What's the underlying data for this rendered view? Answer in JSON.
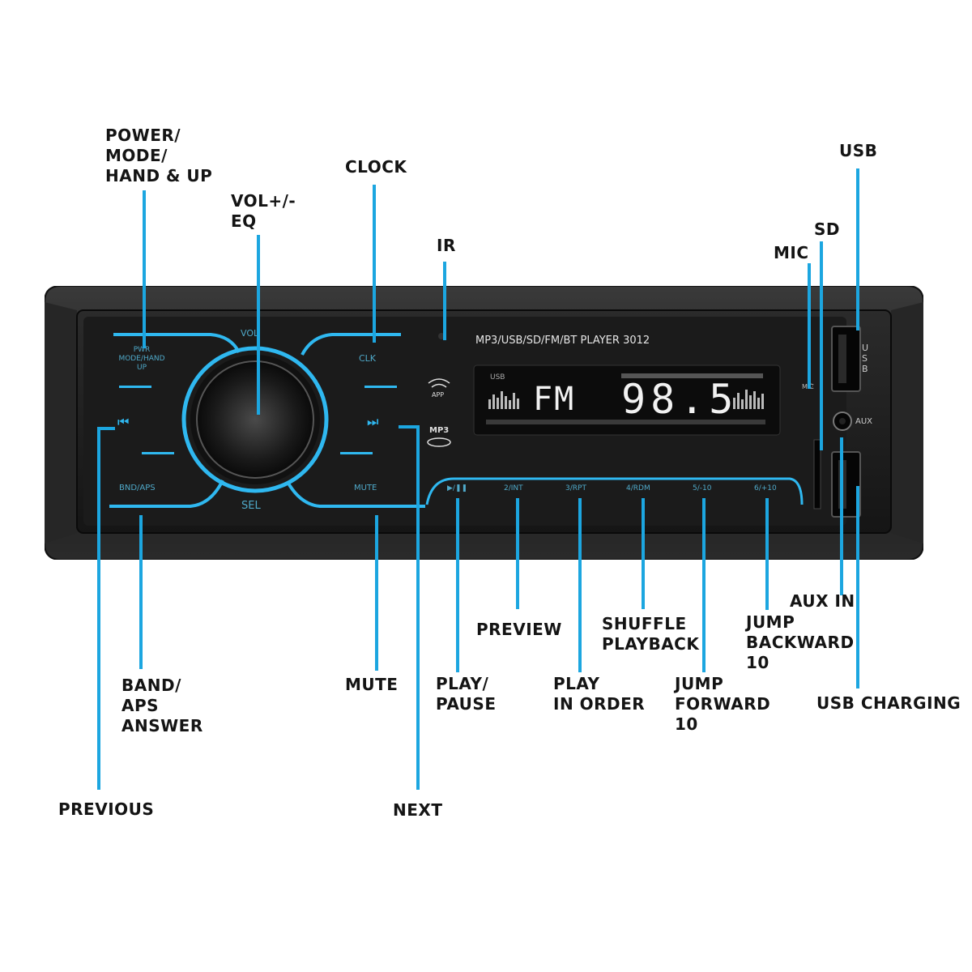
{
  "unit": {
    "model_label": "MP3/USB/SD/FM/BT PLAYER 3012",
    "display": {
      "mode": "FM",
      "frequency": "98.5",
      "source": "USB"
    },
    "panel": {
      "power_key": "PWR MODE/HAND UP",
      "vol_key": "VOL",
      "clock_key": "CLK",
      "prev_symbol": "⏮",
      "next_symbol": "⏭",
      "band_key": "BND/APS",
      "sel_key": "SEL",
      "mute_key": "MUTE",
      "app_badge": "APP",
      "mp3_badge": "MP3",
      "mic_port": "MIC",
      "aux_port": "AUX",
      "usb_port": "USB",
      "preset_keys": [
        "▶/❚❚",
        "2/INT",
        "3/RPT",
        "4/RDM",
        "5/-10",
        "6/+10"
      ]
    }
  },
  "callouts": {
    "power": "POWER/\nMODE/\nHAND & UP",
    "clock": "CLOCK",
    "vol": "VOL+/-\nEQ",
    "ir": "IR",
    "usb": "USB",
    "sd": "SD",
    "mic": "MIC",
    "aux_in": "AUX IN",
    "jump_backward": "JUMP\nBACKWARD\n10",
    "shuffle": "SHUFFLE\nPLAYBACK",
    "preview": "PREVIEW",
    "play_pause": "PLAY/\nPAUSE",
    "play_in_order": "PLAY\nIN ORDER",
    "jump_forward": "JUMP\nFORWARD\n10",
    "usb_charging": "USB CHARGING",
    "band": "BAND/\nAPS\nANSWER",
    "mute": "MUTE",
    "previous": "PREVIOUS",
    "next": "NEXT"
  },
  "colors": {
    "leader": "#1ca6e0",
    "accent_glow": "#2fb8f0",
    "body": "#1a1a1a",
    "display_bg": "#0c0c0c"
  }
}
